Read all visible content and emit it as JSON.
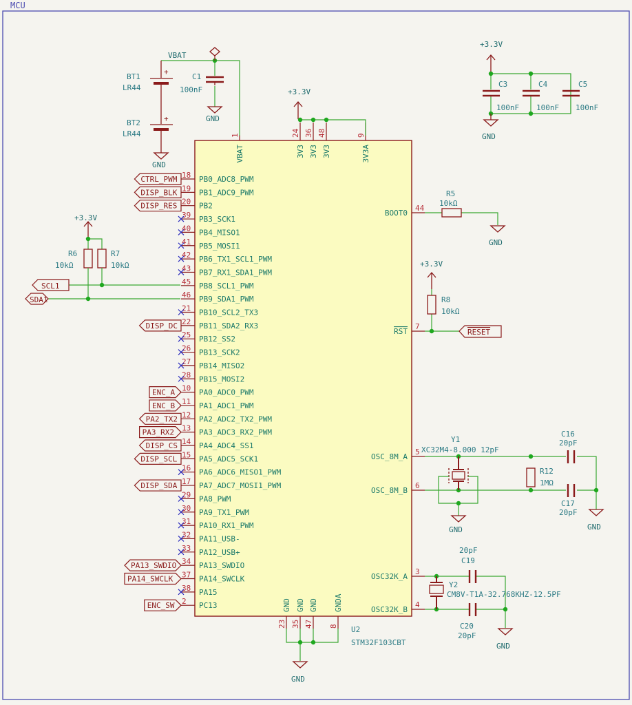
{
  "sheet": {
    "title": "MCU"
  },
  "power": {
    "vcc": "+3.3V",
    "gnd": "GND",
    "vbat": "VBAT"
  },
  "mcu": {
    "ref": "U2",
    "value": "STM32F103CBT",
    "left_pins": [
      {
        "num": "18",
        "name": "PB0_ADC8_PWM",
        "label": "CTRL_PWM",
        "dir": "out"
      },
      {
        "num": "19",
        "name": "PB1_ADC9_PWM",
        "label": "DISP_BLK",
        "dir": "out"
      },
      {
        "num": "20",
        "name": "PB2",
        "label": "DISP_RES",
        "dir": "out"
      },
      {
        "num": "39",
        "name": "PB3_SCK1",
        "label": "",
        "nc": true
      },
      {
        "num": "40",
        "name": "PB4_MISO1",
        "label": "",
        "nc": true
      },
      {
        "num": "41",
        "name": "PB5_MOSI1",
        "label": "",
        "nc": true
      },
      {
        "num": "42",
        "name": "PB6_TX1_SCL1_PWM",
        "label": "",
        "nc": true
      },
      {
        "num": "43",
        "name": "PB7_RX1_SDA1_PWM",
        "label": "",
        "nc": true
      },
      {
        "num": "45",
        "name": "PB8_SCL1_PWM",
        "label": "",
        "wired": true
      },
      {
        "num": "46",
        "name": "PB9_SDA1_PWM",
        "label": "",
        "wired": true
      },
      {
        "num": "21",
        "name": "PB10_SCL2_TX3",
        "label": "",
        "nc": true
      },
      {
        "num": "22",
        "name": "PB11_SDA2_RX3",
        "label": "DISP_DC",
        "dir": "out"
      },
      {
        "num": "25",
        "name": "PB12_SS2",
        "label": "",
        "nc": true
      },
      {
        "num": "26",
        "name": "PB13_SCK2",
        "label": "",
        "nc": true
      },
      {
        "num": "27",
        "name": "PB14_MISO2",
        "label": "",
        "nc": true
      },
      {
        "num": "28",
        "name": "PB15_MOSI2",
        "label": "",
        "nc": true
      },
      {
        "num": "10",
        "name": "PA0_ADC0_PWM",
        "label": "ENC_A",
        "dir": "in"
      },
      {
        "num": "11",
        "name": "PA1_ADC1_PWM",
        "label": "ENC_B",
        "dir": "in"
      },
      {
        "num": "12",
        "name": "PA2_ADC2_TX2_PWM",
        "label": "PA2_TX2",
        "dir": "out"
      },
      {
        "num": "13",
        "name": "PA3_ADC3_RX2_PWM",
        "label": "PA3_RX2",
        "dir": "in"
      },
      {
        "num": "14",
        "name": "PA4_ADC4_SS1",
        "label": "DISP_CS",
        "dir": "out"
      },
      {
        "num": "15",
        "name": "PA5_ADC5_SCK1",
        "label": "DISP_SCL",
        "dir": "out"
      },
      {
        "num": "16",
        "name": "PA6_ADC6_MISO1_PWM",
        "label": "",
        "nc": true
      },
      {
        "num": "17",
        "name": "PA7_ADC7_MOSI1_PWM",
        "label": "DISP_SDA",
        "dir": "out"
      },
      {
        "num": "29",
        "name": "PA8_PWM",
        "label": "",
        "nc": true
      },
      {
        "num": "30",
        "name": "PA9_TX1_PWM",
        "label": "",
        "nc": true
      },
      {
        "num": "31",
        "name": "PA10_RX1_PWM",
        "label": "",
        "nc": true
      },
      {
        "num": "32",
        "name": "PA11_USB-",
        "label": "",
        "nc": true
      },
      {
        "num": "33",
        "name": "PA12_USB+",
        "label": "",
        "nc": true
      },
      {
        "num": "34",
        "name": "PA13_SWDIO",
        "label": "PA13_SWDIO",
        "dir": "bidir"
      },
      {
        "num": "37",
        "name": "PA14_SWCLK",
        "label": "PA14_SWCLK",
        "dir": "in"
      },
      {
        "num": "38",
        "name": "PA15",
        "label": "",
        "nc": true
      },
      {
        "num": "2",
        "name": "PC13",
        "label": "ENC_SW",
        "dir": "in"
      }
    ],
    "top_pins": [
      {
        "num": "1",
        "name": "VBAT"
      },
      {
        "num": "24",
        "name": "3V3"
      },
      {
        "num": "36",
        "name": "3V3"
      },
      {
        "num": "48",
        "name": "3V3"
      },
      {
        "num": "9",
        "name": "3V3A"
      }
    ],
    "bottom_pins": [
      {
        "num": "23",
        "name": "GND"
      },
      {
        "num": "35",
        "name": "GND"
      },
      {
        "num": "47",
        "name": "GND"
      },
      {
        "num": "8",
        "name": "GNDA"
      }
    ],
    "right_pins": [
      {
        "num": "44",
        "name": "BOOT0"
      },
      {
        "num": "7",
        "name": "RST"
      },
      {
        "num": "5",
        "name": "OSC_8M_A"
      },
      {
        "num": "6",
        "name": "OSC_8M_B"
      },
      {
        "num": "3",
        "name": "OSC32K_A"
      },
      {
        "num": "4",
        "name": "OSC32K_B"
      }
    ]
  },
  "batteries": [
    {
      "ref": "BT1",
      "value": "LR44"
    },
    {
      "ref": "BT2",
      "value": "LR44"
    }
  ],
  "capacitors": {
    "C1": {
      "ref": "C1",
      "value": "100nF"
    },
    "C3": {
      "ref": "C3",
      "value": "100nF"
    },
    "C4": {
      "ref": "C4",
      "value": "100nF"
    },
    "C5": {
      "ref": "C5",
      "value": "100nF"
    },
    "C16": {
      "ref": "C16",
      "value": "20pF"
    },
    "C17": {
      "ref": "C17",
      "value": "20pF"
    },
    "C19": {
      "ref": "C19",
      "value": "20pF"
    },
    "C20": {
      "ref": "C20",
      "value": "20pF"
    }
  },
  "resistors": {
    "R5": {
      "ref": "R5",
      "value": "10kΩ"
    },
    "R6": {
      "ref": "R6",
      "value": "10kΩ"
    },
    "R7": {
      "ref": "R7",
      "value": "10kΩ"
    },
    "R8": {
      "ref": "R8",
      "value": "10kΩ"
    },
    "R12": {
      "ref": "R12",
      "value": "1MΩ"
    }
  },
  "crystals": {
    "Y1": {
      "ref": "Y1",
      "value": "XC32M4-8.000 12pF"
    },
    "Y2": {
      "ref": "Y2",
      "value": "CM8V-T1A-32.768KHZ-12.5PF"
    }
  },
  "labels": {
    "scl1": "SCL1",
    "sda1": "SDA1",
    "reset": "RESET"
  }
}
